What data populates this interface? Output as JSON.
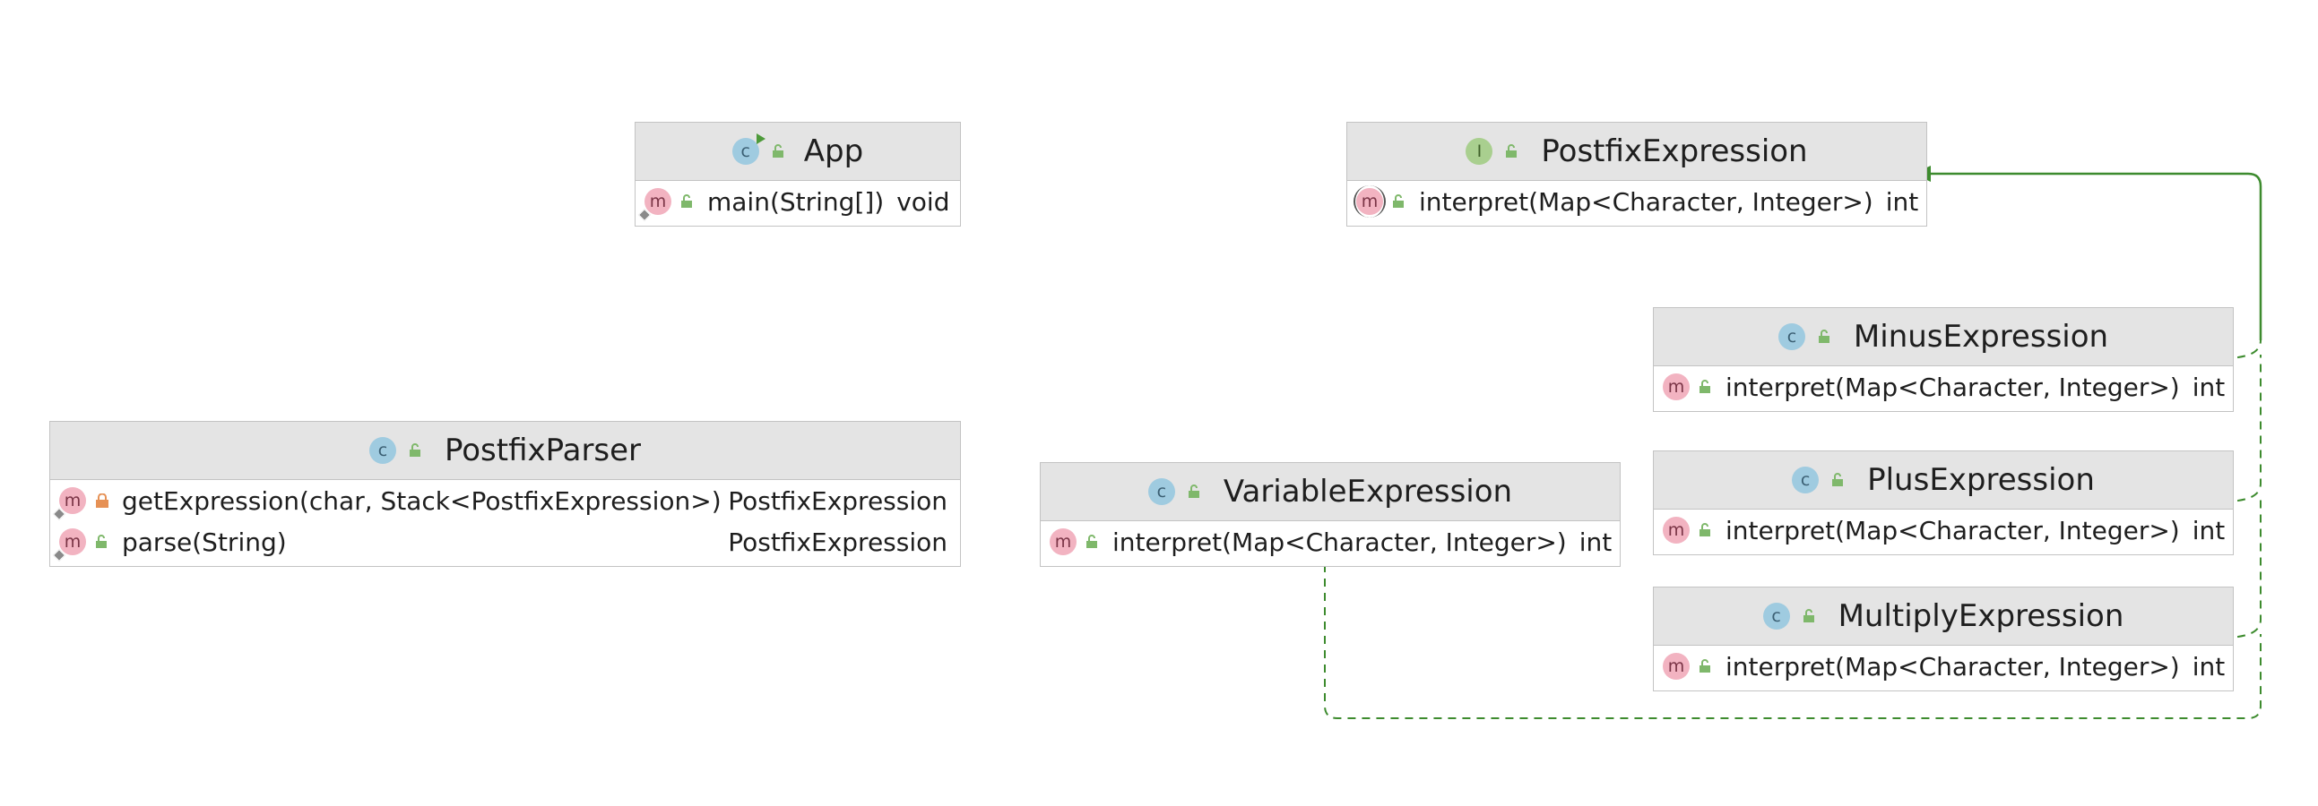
{
  "colors": {
    "header_bg": "#e4e4e4",
    "border": "#c3c3c3",
    "class_icon": "#9fcbe0",
    "interface_icon": "#a9cf8f",
    "method_icon": "#f2b3c1",
    "public_lock": "#7fb86b",
    "private_lock": "#e69155",
    "relation": "#3d8b2e"
  },
  "boxes": {
    "app": {
      "kind": "class",
      "kind_letter": "c",
      "title": "App",
      "rows": [
        {
          "signature": "main(String[])",
          "returns": "void",
          "visibility": "public"
        }
      ]
    },
    "postfix_expression": {
      "kind": "interface",
      "kind_letter": "I",
      "title": "PostfixExpression",
      "rows": [
        {
          "signature": "interpret(Map<Character, Integer>)",
          "returns": "int",
          "visibility": "public"
        }
      ]
    },
    "minus_expression": {
      "kind": "class",
      "kind_letter": "c",
      "title": "MinusExpression",
      "rows": [
        {
          "signature": "interpret(Map<Character, Integer>)",
          "returns": "int",
          "visibility": "public"
        }
      ]
    },
    "plus_expression": {
      "kind": "class",
      "kind_letter": "c",
      "title": "PlusExpression",
      "rows": [
        {
          "signature": "interpret(Map<Character, Integer>)",
          "returns": "int",
          "visibility": "public"
        }
      ]
    },
    "multiply_expression": {
      "kind": "class",
      "kind_letter": "c",
      "title": "MultiplyExpression",
      "rows": [
        {
          "signature": "interpret(Map<Character, Integer>)",
          "returns": "int",
          "visibility": "public"
        }
      ]
    },
    "variable_expression": {
      "kind": "class",
      "kind_letter": "c",
      "title": "VariableExpression",
      "rows": [
        {
          "signature": "interpret(Map<Character, Integer>)",
          "returns": "int",
          "visibility": "public"
        }
      ]
    },
    "postfix_parser": {
      "kind": "class",
      "kind_letter": "c",
      "title": "PostfixParser",
      "rows": [
        {
          "signature": "getExpression(char, Stack<PostfixExpression>)",
          "returns": "PostfixExpression",
          "visibility": "private"
        },
        {
          "signature": "parse(String)",
          "returns": "PostfixExpression",
          "visibility": "public"
        }
      ]
    }
  },
  "relations": [
    {
      "from": "MinusExpression",
      "to": "PostfixExpression",
      "type": "implements"
    },
    {
      "from": "PlusExpression",
      "to": "PostfixExpression",
      "type": "implements"
    },
    {
      "from": "MultiplyExpression",
      "to": "PostfixExpression",
      "type": "implements"
    },
    {
      "from": "VariableExpression",
      "to": "PostfixExpression",
      "type": "implements"
    }
  ]
}
